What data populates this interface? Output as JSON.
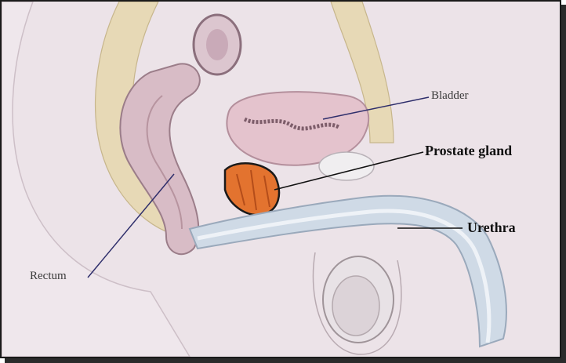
{
  "labels": {
    "bladder": "Bladder",
    "prostate": "Prostate gland",
    "urethra": "Urethra",
    "rectum": "Rectum"
  },
  "colors": {
    "skin": "#eee5ea",
    "bone": "#e6d9b4",
    "tissue": "#d9c3cc",
    "prostate": "#e3732f",
    "bladder": "#d6a8b6",
    "urethra": "#cdd8e6",
    "pointer": "#2e2e6b"
  }
}
